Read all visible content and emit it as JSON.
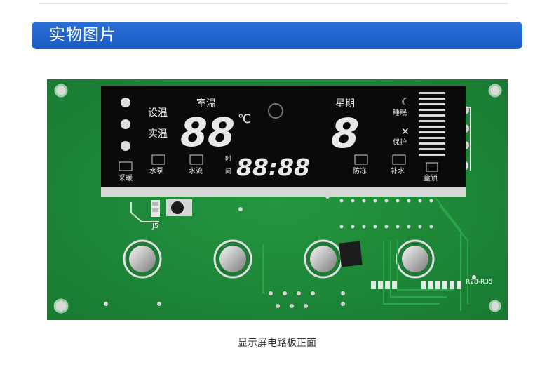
{
  "header": {
    "title": "实物图片"
  },
  "caption": "显示屏电路板正面",
  "display": {
    "set_temp": "设温",
    "actual_temp": "实温",
    "room_temp": "室温",
    "celsius": "℃",
    "week": "星期",
    "sleep": "睡眠",
    "protect": "保护",
    "heating": "采暖",
    "pump": "水泵",
    "flow": "水流",
    "time": "时",
    "interval": "间",
    "antifreeze": "防冻",
    "refill": "补水",
    "child_lock": "童锁",
    "temp_digits": "88",
    "week_digit": "8",
    "clock_digits": "88:88"
  },
  "board": {
    "connector_label": "J5",
    "resistor_label": "R28-R35"
  },
  "colors": {
    "header_bg": "#1f63cc",
    "pcb": "#1f8a3a",
    "lcd": "#0a0a0a"
  }
}
